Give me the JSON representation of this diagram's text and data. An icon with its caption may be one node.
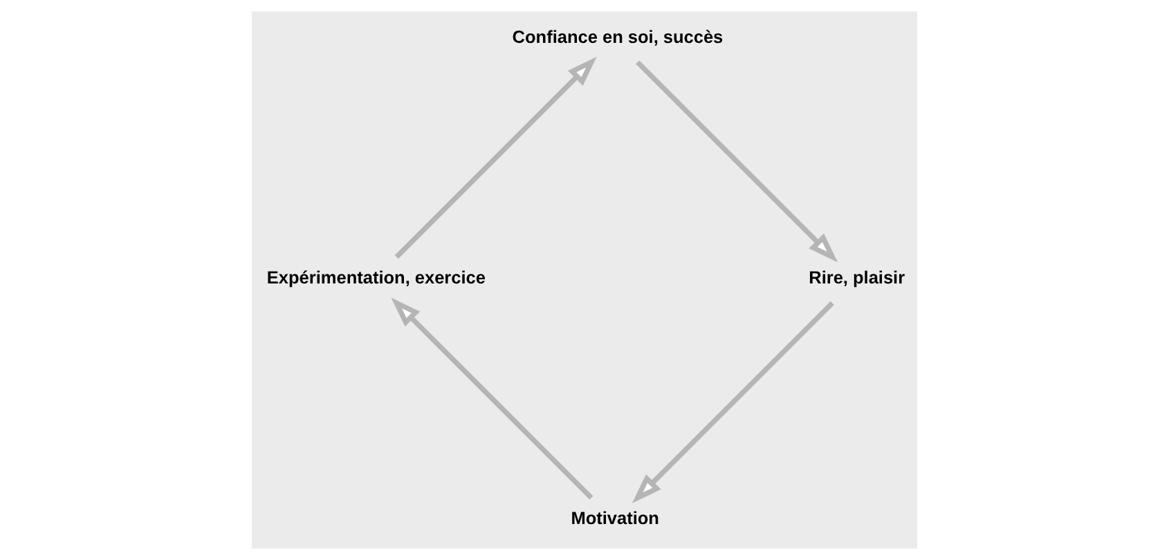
{
  "diagram": {
    "nodes": [
      {
        "text": [
          "Motivation"
        ]
      },
      {
        "text": [
          "Rire, plaisir"
        ]
      },
      {
        "text": [
          "Expérimentation, exercice"
        ]
      },
      {
        "text": [
          "Confiance en soi, succès"
        ]
      }
    ],
    "edges": [
      {
        "from": 1,
        "to": 0,
        "arrow": "to"
      },
      {
        "from": 0,
        "to": 2,
        "arrow": "to"
      },
      {
        "from": 2,
        "to": 3,
        "arrow": "to"
      },
      {
        "from": 3,
        "to": 1,
        "arrow": "to"
      }
    ]
  }
}
